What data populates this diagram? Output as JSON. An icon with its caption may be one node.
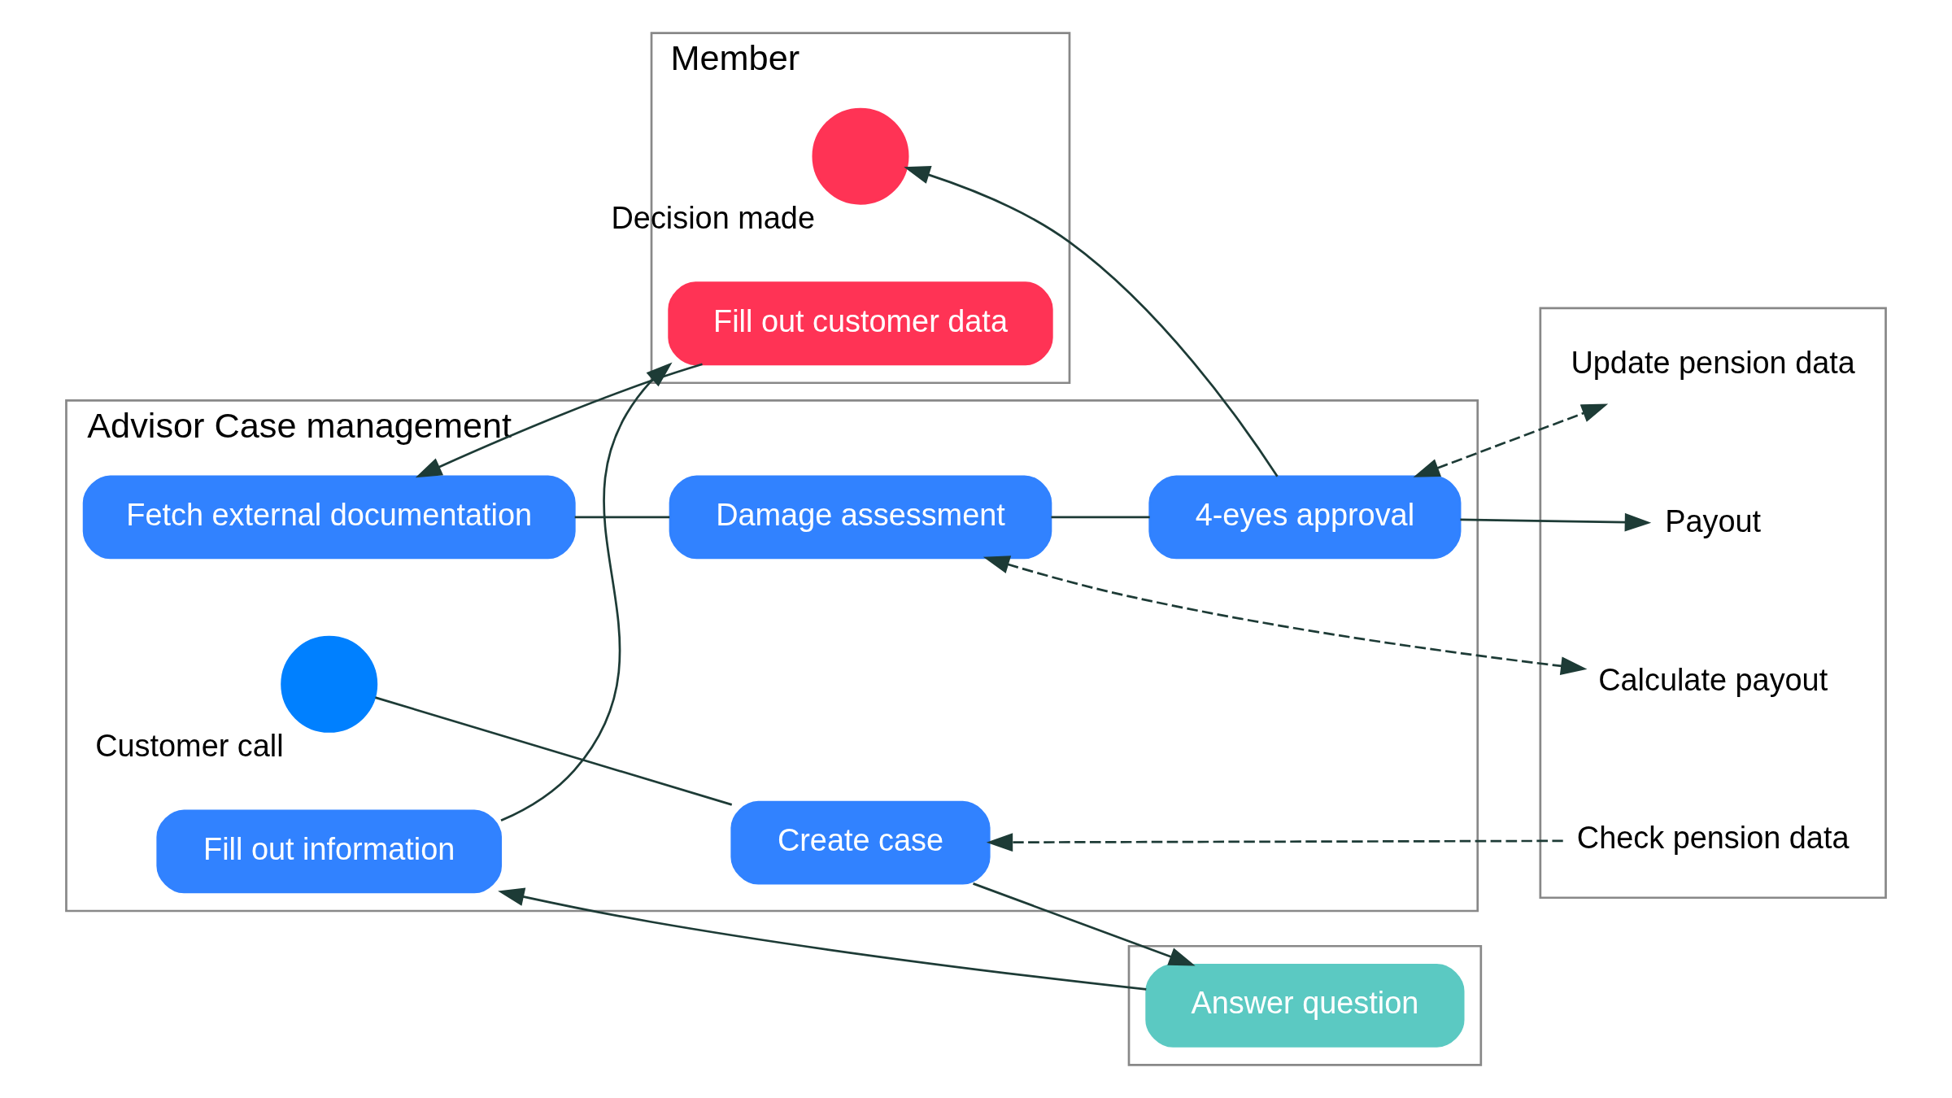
{
  "diagram": {
    "nodes": [
      {
        "text": [
          "Member"
        ]
      },
      {
        "text": [],
        "shape": "circle",
        "in": 0,
        "beside": [
          "Decision made"
        ]
      },
      {
        "text": [
          "Fill out customer data"
        ],
        "in": 0
      },
      {
        "text": [],
        "shape": "band"
      },
      {
        "text": [
          "Answer question"
        ],
        "in": 3
      },
      {
        "text": [
          "Advisor Case management"
        ]
      },
      {
        "text": [],
        "shape": "circle",
        "in": 5,
        "beside": [
          "Customer call"
        ]
      },
      {
        "text": [
          "Create case"
        ],
        "in": 5
      },
      {
        "text": [
          "Fill out information"
        ],
        "in": 5
      },
      {
        "text": [
          "Fetch external documentation"
        ],
        "in": 5
      },
      {
        "text": [
          "Damage assessment"
        ],
        "in": 5
      },
      {
        "text": [
          "4-eyes approval"
        ],
        "in": 5
      },
      {
        "text": [],
        "shape": "band"
      },
      {
        "text": [
          "Check pension data"
        ],
        "in": 12
      },
      {
        "text": [
          "Calculate payout"
        ],
        "in": 12
      },
      {
        "text": [
          "Update pension data"
        ],
        "in": 12
      },
      {
        "text": [
          "Payout"
        ],
        "in": 12
      }
    ],
    "edges": [
      {
        "from": 6,
        "to": 7,
        "arrow": "none"
      },
      {
        "from": 7,
        "to": 4,
        "arrow": "to"
      },
      {
        "from": 4,
        "to": 8,
        "arrow": "to"
      },
      {
        "from": 8,
        "to": 2,
        "arrow": "to"
      },
      {
        "from": 2,
        "to": 9,
        "arrow": "to"
      },
      {
        "from": 9,
        "to": 10,
        "arrow": "none"
      },
      {
        "from": 10,
        "to": 11,
        "arrow": "none"
      },
      {
        "from": 11,
        "to": 1,
        "arrow": "to"
      },
      {
        "from": 11,
        "to": 16,
        "arrow": "to"
      },
      {
        "from": 13,
        "to": 7,
        "arrow": "to",
        "style": "dashed"
      },
      {
        "from": 10,
        "to": 14,
        "arrow": "both",
        "style": "dashed"
      },
      {
        "from": 11,
        "to": 15,
        "arrow": "both",
        "style": "dashed"
      }
    ]
  }
}
